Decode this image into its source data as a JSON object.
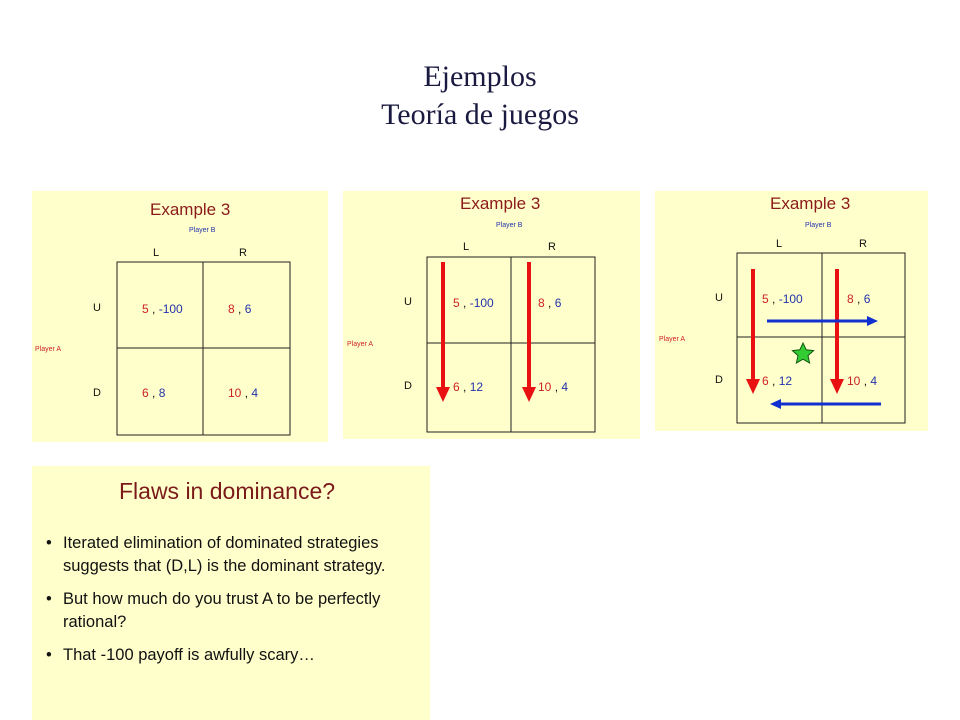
{
  "title": {
    "line1": "Ejemplos",
    "line2": "Teoría de juegos"
  },
  "panels": [
    {
      "title": "Example 3",
      "player_b": "Player B",
      "player_a": "Player A",
      "col_labels": [
        "L",
        "R"
      ],
      "row_labels": [
        "U",
        "D"
      ],
      "cells": {
        "UL_a": "5",
        "UL_b": "-100",
        "UR_a": "8",
        "UR_b": "6",
        "DL_a": "6",
        "DL_b": "8",
        "DR_a": "10",
        "DR_b": "4"
      }
    },
    {
      "title": "Example 3",
      "player_b": "Player B",
      "player_a": "Player A",
      "col_labels": [
        "L",
        "R"
      ],
      "row_labels": [
        "U",
        "D"
      ],
      "cells": {
        "UL_a": "5",
        "UL_b": "-100",
        "UR_a": "8",
        "UR_b": "6",
        "DL_a": "6",
        "DL_b": "12",
        "DR_a": "10",
        "DR_b": "4"
      }
    },
    {
      "title": "Example 3",
      "player_b": "Player B",
      "player_a": "Player A",
      "col_labels": [
        "L",
        "R"
      ],
      "row_labels": [
        "U",
        "D"
      ],
      "cells": {
        "UL_a": "5",
        "UL_b": "-100",
        "UR_a": "8",
        "UR_b": "6",
        "DL_a": "6",
        "DL_b": "12",
        "DR_a": "10",
        "DR_b": "4"
      }
    }
  ],
  "flaws": {
    "title": "Flaws in dominance?",
    "bullets": [
      "Iterated elimination of dominated strategies suggests that (D,L) is the dominant strategy.",
      "But how much do you trust A to be perfectly rational?",
      "That -100 payoff is awfully scary…"
    ]
  },
  "colors": {
    "panel_bg": "#ffffcc",
    "player_a_payoff": "#cc2222",
    "player_b_payoff": "#2233aa",
    "arrow_red": "#e81010",
    "arrow_blue": "#1030d0",
    "star": "#33cc33"
  },
  "icons": {
    "equilibrium_marker": "star-icon"
  }
}
